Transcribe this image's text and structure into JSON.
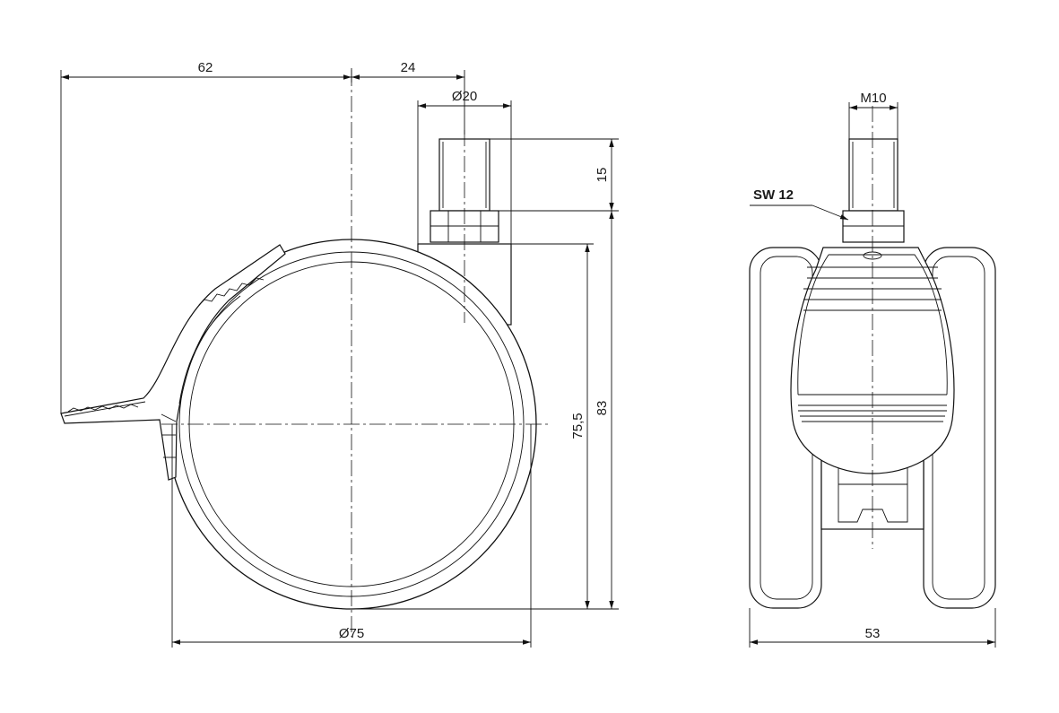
{
  "drawing": {
    "colors": {
      "line": "#111111",
      "background": "#ffffff"
    },
    "dimensions": {
      "left_offset": "62",
      "stem_offset": "24",
      "stem_diameter": "Ø20",
      "thread_length": "15",
      "axle_height": "75,5",
      "total_height": "83",
      "wheel_diameter": "Ø75",
      "thread_size": "M10",
      "wrench_size": "SW 12",
      "total_width": "53"
    }
  }
}
